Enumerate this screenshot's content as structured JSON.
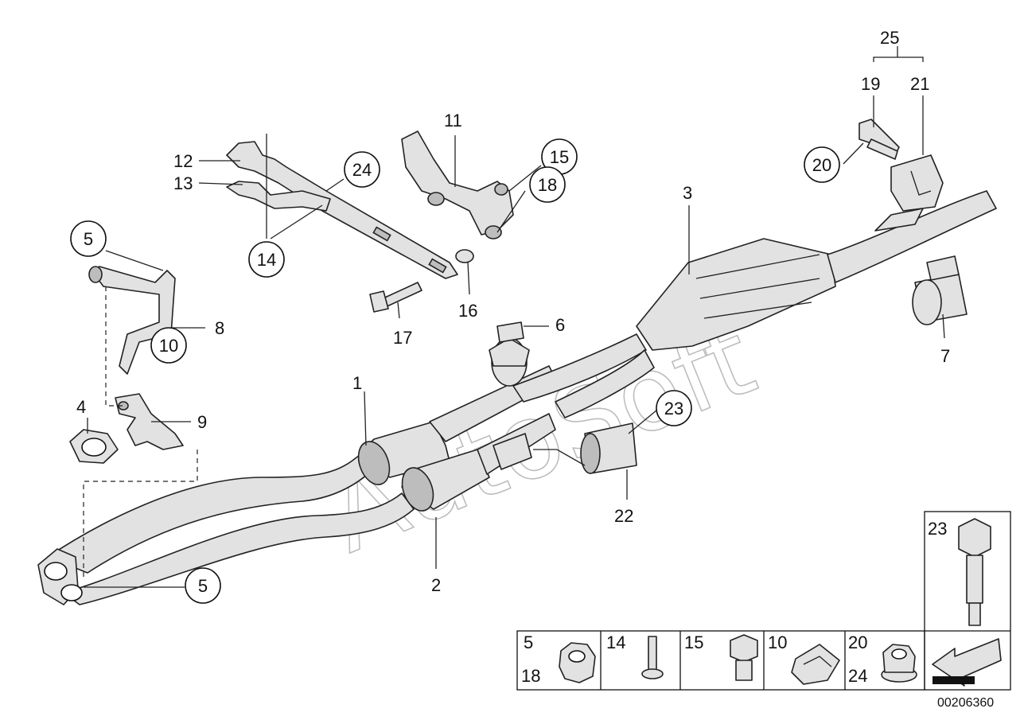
{
  "diagram": {
    "watermark": "AutoSoft",
    "document_number": "00206360",
    "callouts": {
      "c1": "1",
      "c2": "2",
      "c3": "3",
      "c4": "4",
      "c5a": "5",
      "c5b": "5",
      "c6": "6",
      "c7": "7",
      "c8": "8",
      "c9": "9",
      "c10": "10",
      "c11": "11",
      "c12": "12",
      "c13": "13",
      "c14": "14",
      "c15": "15",
      "c16": "16",
      "c17": "17",
      "c18": "18",
      "c19": "19",
      "c20": "20",
      "c21": "21",
      "c22": "22",
      "c23": "23",
      "c24": "24",
      "c25": "25"
    },
    "legend": {
      "cell1_top": "5",
      "cell1_bottom": "18",
      "cell2_top": "14",
      "cell3_top": "15",
      "cell4_top": "10",
      "cell5_top": "20",
      "cell5_bottom": "24",
      "tall_cell": "23"
    }
  }
}
